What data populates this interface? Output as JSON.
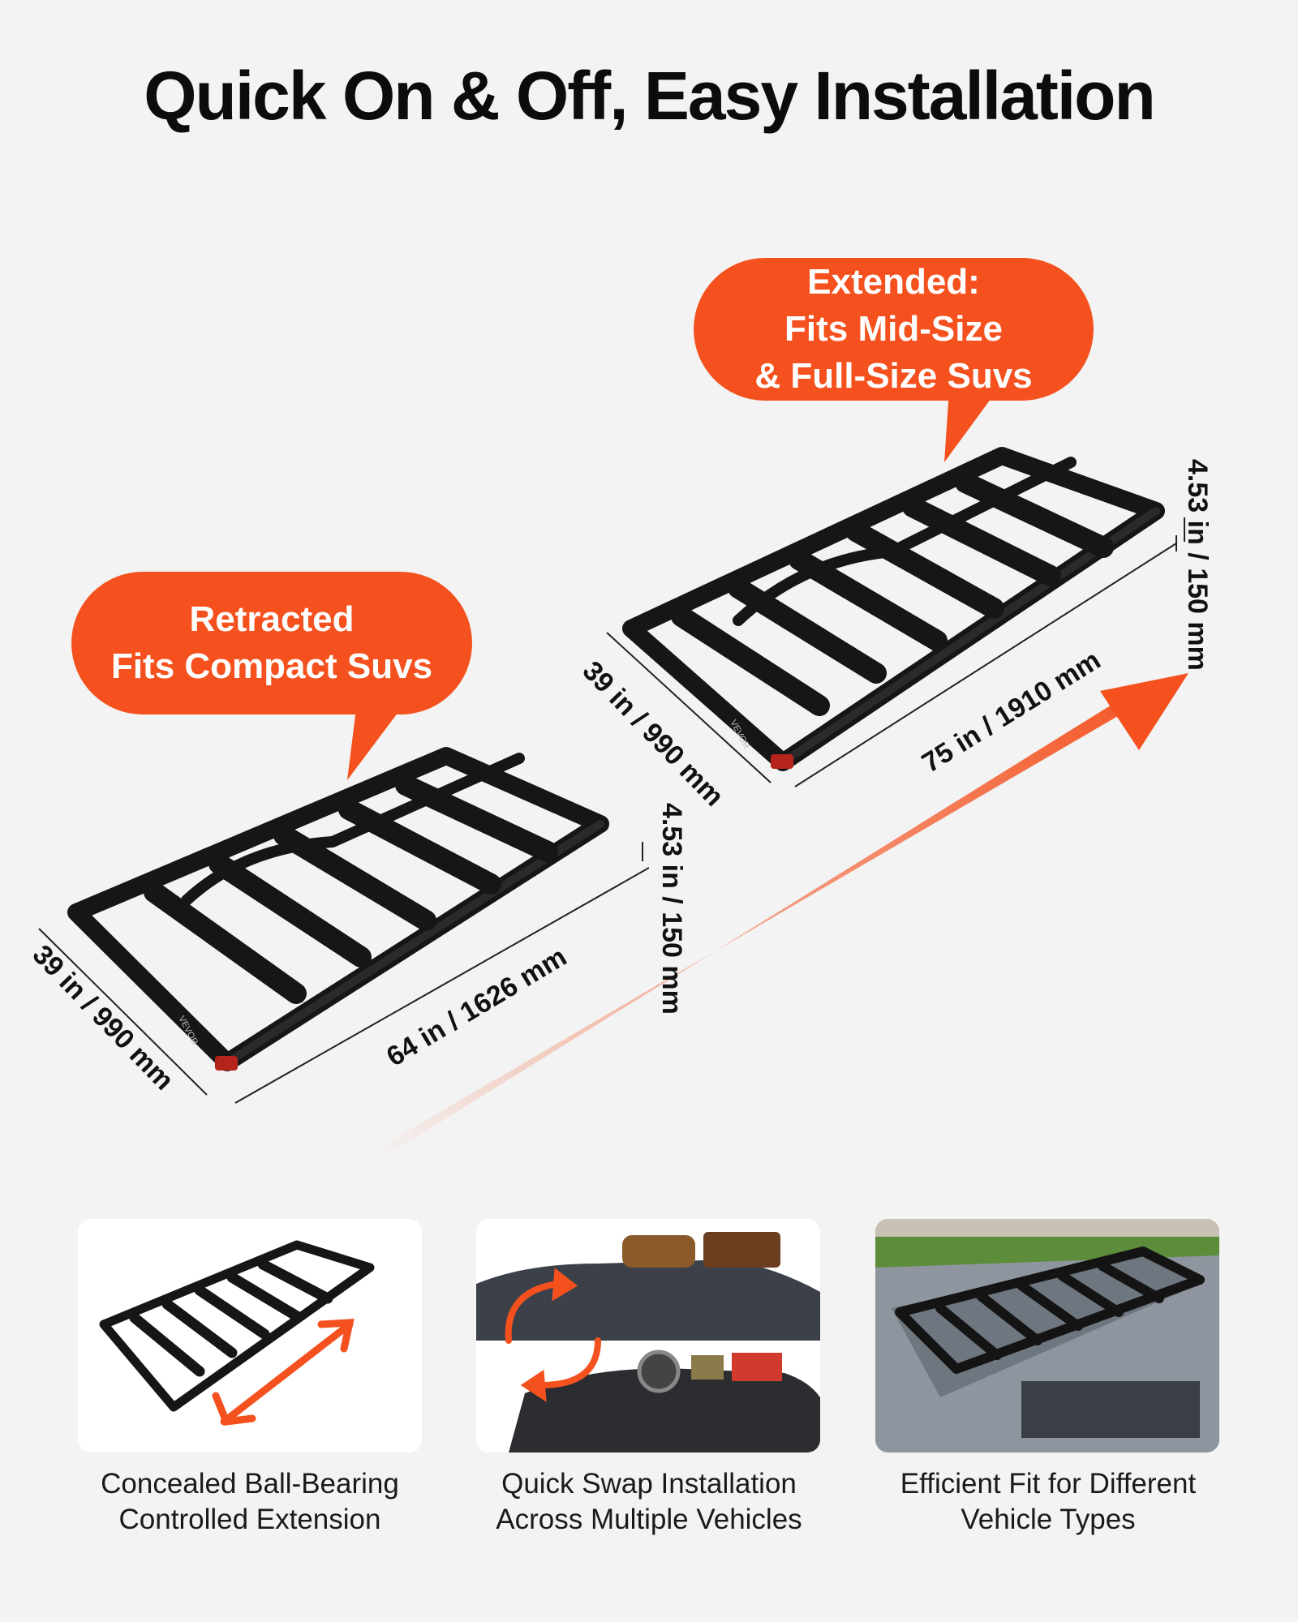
{
  "headline": "Quick On & Off, Easy Installation",
  "extended": {
    "lines": [
      "Extended:",
      "Fits Mid-Size",
      "& Full-Size Suvs"
    ],
    "width_label": "39 in / 990 mm",
    "length_label": "75 in / 1910 mm",
    "height_line1": "4.53 in",
    "height_line2": "/ 150 mm"
  },
  "retracted": {
    "lines": [
      "Retracted",
      "Fits Compact Suvs"
    ],
    "width_label": "39 in / 990 mm",
    "length_label": "64 in / 1626 mm",
    "height_line1": "4.53 in",
    "height_line2": "/ 150 mm"
  },
  "brand": "VEVOR",
  "features": [
    {
      "line1": "Concealed Ball-Bearing",
      "line2": "Controlled Extension"
    },
    {
      "line1": "Quick Swap Installation",
      "line2": "Across Multiple Vehicles"
    },
    {
      "line1": "Efficient Fit for Different",
      "line2": "Vehicle Types"
    }
  ],
  "colors": {
    "accent": "#f4511e",
    "rack": "#161616",
    "background": "#f3f3f3"
  }
}
